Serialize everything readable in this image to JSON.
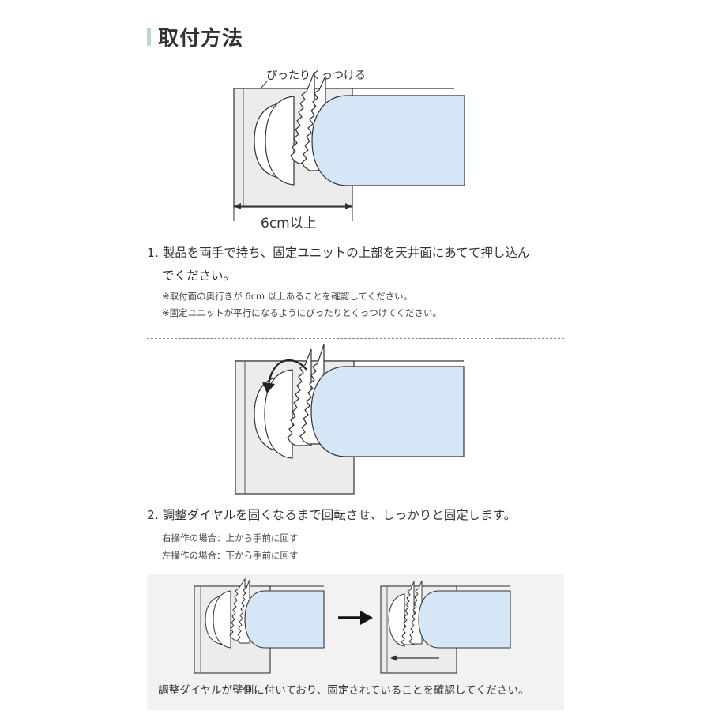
{
  "title": "取付方法",
  "diagram1": {
    "top_label": "ぴったりくっつける",
    "width_label": "6cm以上"
  },
  "step1": {
    "line1": "1. 製品を両手で持ち、固定ユニットの上部を天井面にあてて押し込ん",
    "line2": "でください。",
    "note1": "※取付面の奥行きが 6cm 以上あることを確認してください。",
    "note2": "※固定ユニットが平行になるようにぴったりとくっつけてください。"
  },
  "step2": {
    "text": "2. 調整ダイヤルを固くなるまで回転させ、しっかりと固定します。",
    "right": "右操作の場合：上から手前に回す",
    "left": "左操作の場合：下から手前に回す"
  },
  "confirm": "調整ダイヤルが壁側に付いており、固定されていることを確認してください。",
  "colors": {
    "accent": "#b9dcc6",
    "rod": "#d5e7f7",
    "wall": "#ececec",
    "line": "#333333"
  }
}
